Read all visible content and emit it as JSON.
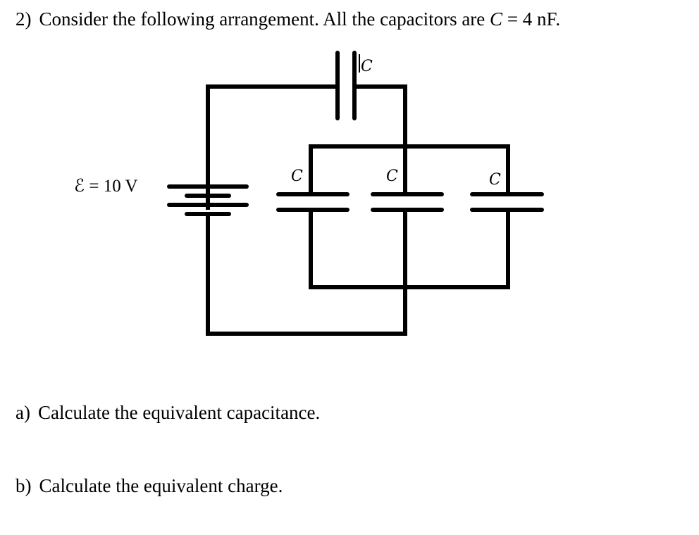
{
  "problem": {
    "number": "2)",
    "statement": "Consider the following arrangement. All the capacitors are",
    "cap_symbol": "C",
    "equals": "=",
    "cap_value": "4 nF."
  },
  "circuit": {
    "emf_label": "ℰ = 10 V",
    "capacitor_labels": [
      "C",
      "C",
      "C",
      "C"
    ]
  },
  "parts": [
    {
      "letter": "a)",
      "text": "Calculate the equivalent capacitance."
    },
    {
      "letter": "b)",
      "text": "Calculate the equivalent charge."
    }
  ]
}
